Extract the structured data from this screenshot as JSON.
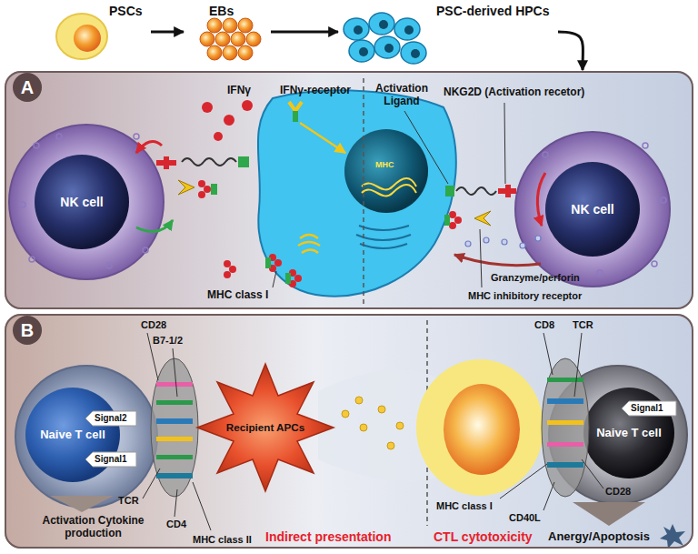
{
  "diagram": {
    "nodes": [
      {
        "text": [
          "PSCs"
        ]
      },
      {
        "text": [
          "EBs"
        ]
      },
      {
        "text": [
          "PSC-derived HPCs"
        ]
      },
      {
        "text": [
          "A"
        ]
      },
      {
        "text": [
          "NK cell"
        ],
        "in": 3
      },
      {
        "text": [
          "NK cell"
        ],
        "in": 3
      },
      {
        "text": [
          "B"
        ]
      },
      {
        "text": [
          "Naive T cell"
        ],
        "in": 6
      },
      {
        "text": [
          "Recipient APCs"
        ],
        "in": 6
      },
      {
        "text": [
          "Naive T cell"
        ],
        "in": 6
      }
    ],
    "edges": [
      {
        "from": 0,
        "to": 1,
        "arrow": "to"
      },
      {
        "from": 1,
        "to": 2,
        "arrow": "to"
      },
      {
        "from": 2,
        "to": 3,
        "arrow": "to"
      }
    ],
    "labels": [
      "IFNγ",
      "IFNγ-receptor",
      "Activation Ligand",
      "NKG2D (Activation recetor)",
      "MHC",
      "MHC class I",
      "Granzyme/perforin",
      "MHC inhibitory receptor",
      "CD28",
      "B7-1/2",
      "Signal2",
      "Signal1",
      "TCR",
      "CD4",
      "MHC class II",
      "Activation Cytokine production",
      "Indirect presentation",
      "CD8",
      "TCR",
      "Signal1",
      "MHC class I",
      "CD40L",
      "CD28",
      "Anergy/Apoptosis",
      "CTL cytotoxicity"
    ]
  }
}
